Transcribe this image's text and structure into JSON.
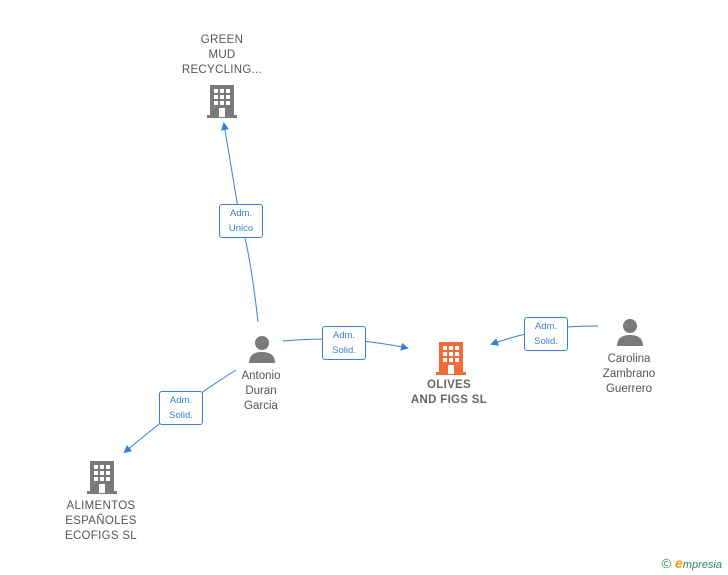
{
  "nodes": {
    "green_mud": {
      "lines": [
        "GREEN",
        "MUD",
        "RECYCLING..."
      ]
    },
    "olives": {
      "lines": [
        "OLIVES",
        "AND FIGS  SL"
      ]
    },
    "alimentos": {
      "lines": [
        "ALIMENTOS",
        "ESPAÑOLES",
        "ECOFIGS  SL"
      ]
    },
    "antonio": {
      "lines": [
        "Antonio",
        "Duran",
        "Garcia"
      ]
    },
    "carolina": {
      "lines": [
        "Carolina",
        "Zambrano",
        "Guerrero"
      ]
    }
  },
  "edges": {
    "antonio_green": {
      "lines": [
        "Adm.",
        "Unico"
      ]
    },
    "antonio_olives": {
      "lines": [
        "Adm.",
        "Solid."
      ]
    },
    "carolina_olives": {
      "lines": [
        "Adm.",
        "Solid."
      ]
    },
    "antonio_alimentos": {
      "lines": [
        "Adm.",
        "Solid."
      ]
    }
  },
  "colors": {
    "edge": "#3b7fd4",
    "company_icon": "#7a7a7a",
    "main_icon": "#f26b38",
    "person_icon": "#7a7a7a"
  },
  "footer": {
    "copyright_symbol": "©",
    "brand_initial": "e",
    "brand_rest": "mpresia"
  }
}
